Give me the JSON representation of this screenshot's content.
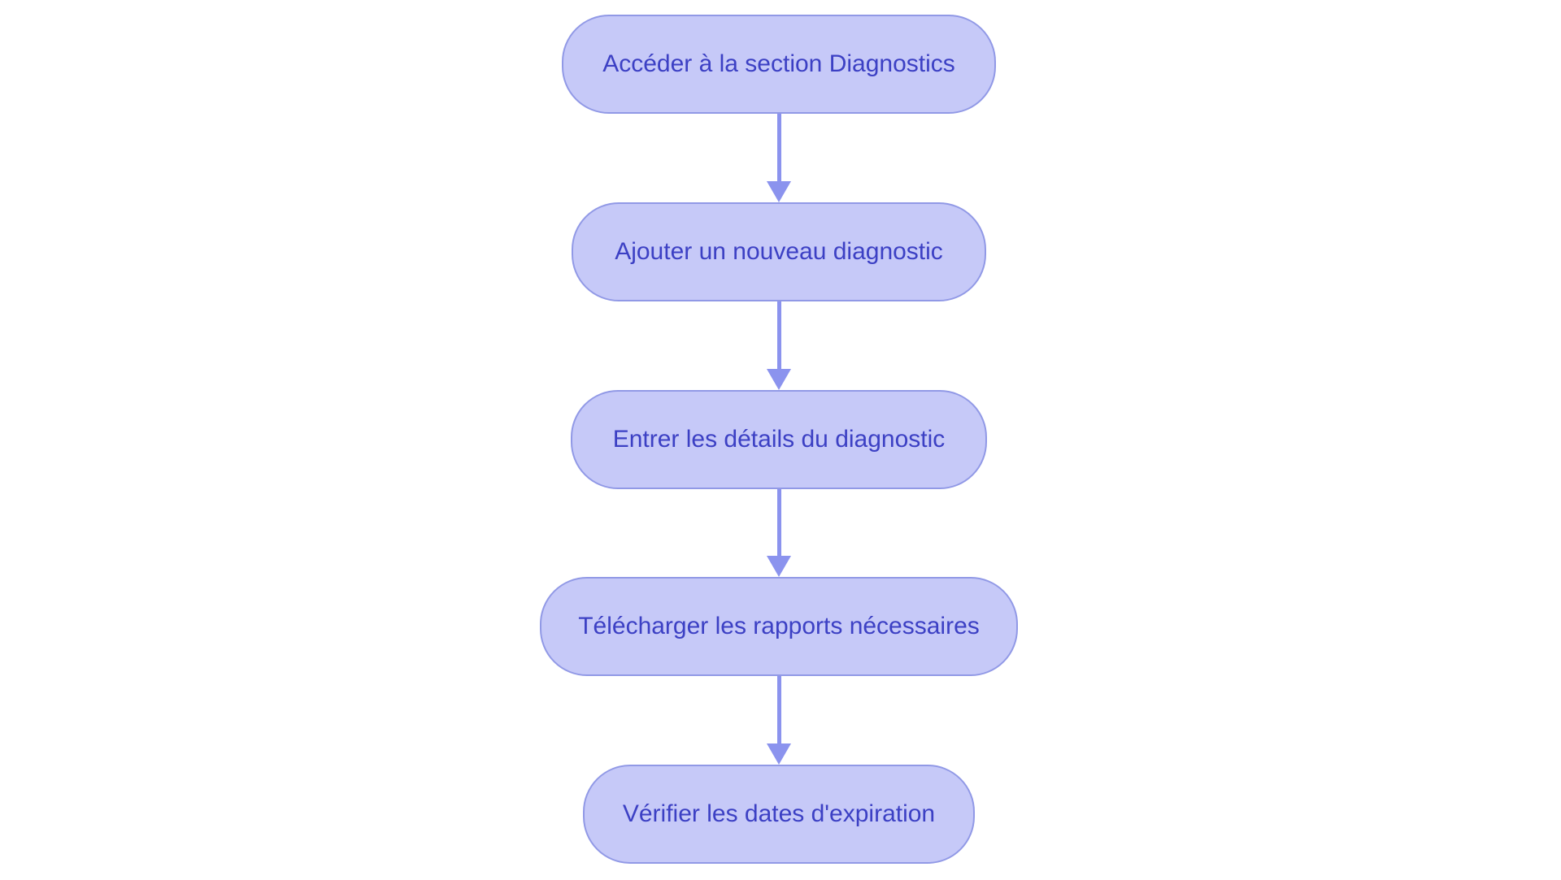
{
  "diagram": {
    "type": "flowchart",
    "orientation": "top-down",
    "colors": {
      "background": "#ffffff",
      "node_fill": "#c6c9f8",
      "node_border": "#9199e6",
      "node_text": "#3c40c4",
      "arrow": "#8b93ee"
    },
    "nodes": [
      {
        "id": "step-1",
        "label": "Accéder à la section Diagnostics"
      },
      {
        "id": "step-2",
        "label": "Ajouter un nouveau diagnostic"
      },
      {
        "id": "step-3",
        "label": "Entrer les détails du diagnostic"
      },
      {
        "id": "step-4",
        "label": "Télécharger les rapports nécessaires"
      },
      {
        "id": "step-5",
        "label": "Vérifier les dates d'expiration"
      }
    ],
    "edges": [
      {
        "from": "step-1",
        "to": "step-2"
      },
      {
        "from": "step-2",
        "to": "step-3"
      },
      {
        "from": "step-3",
        "to": "step-4"
      },
      {
        "from": "step-4",
        "to": "step-5"
      }
    ]
  }
}
